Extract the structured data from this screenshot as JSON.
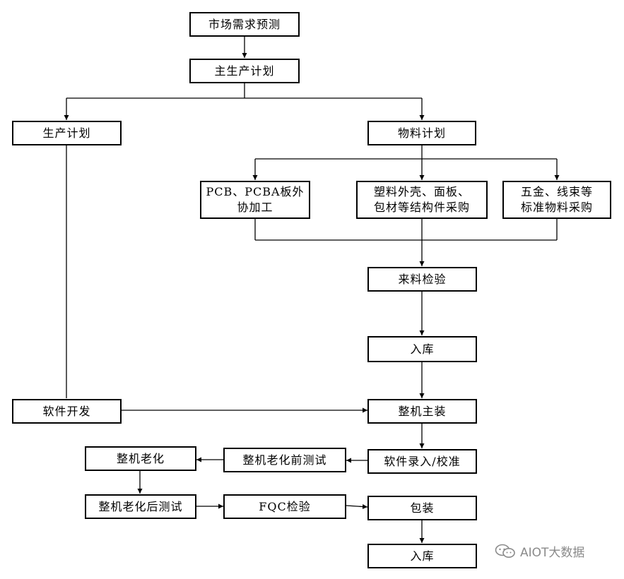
{
  "nodes": {
    "market_forecast": "市场需求预测",
    "master_plan": "主生产计划",
    "production_plan": "生产计划",
    "material_plan": "物料计划",
    "pcb_outsourcing": "PCB、PCBA板外\n协加工",
    "plastic_procurement": "塑料外壳、面板、\n包材等结构件采购",
    "hardware_procurement": "五金、线束等\n标准物料采购",
    "incoming_inspection": "来料检验",
    "warehousing_1": "入库",
    "software_development": "软件开发",
    "assembly": "整机主装",
    "software_calibration": "软件录入/校准",
    "pre_aging_test": "整机老化前测试",
    "aging": "整机老化",
    "post_aging_test": "整机老化后测试",
    "fqc_inspection": "FQC检验",
    "packaging": "包装",
    "warehousing_2": "入库"
  },
  "watermark": {
    "text": "AIOT大数据",
    "icon": "wechat-icon"
  }
}
